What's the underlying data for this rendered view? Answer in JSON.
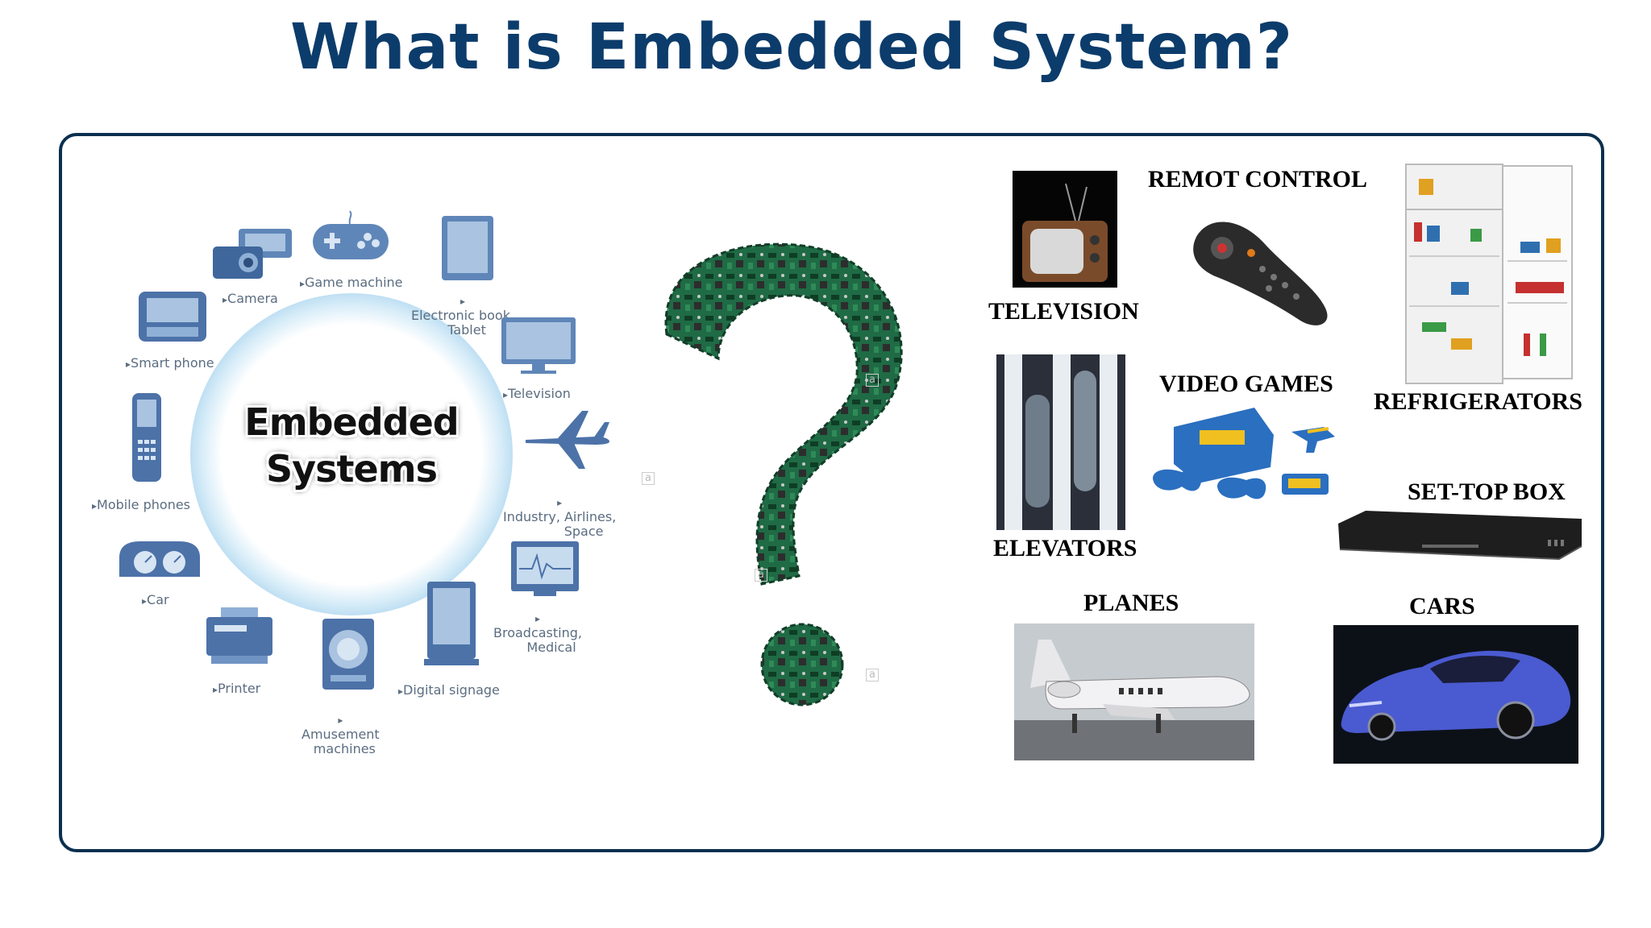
{
  "title": "What is Embedded System?",
  "cluster": {
    "center_title_line1": "Embedded",
    "center_title_line2": "Systems",
    "devices": [
      {
        "label": "Camera"
      },
      {
        "label": "Game machine"
      },
      {
        "label_line1": "Electronic book,",
        "label_line2": "Tablet"
      },
      {
        "label": "Smart phone"
      },
      {
        "label": "Television"
      },
      {
        "label": "Mobile phones"
      },
      {
        "label_line1": "Industry, Airlines,",
        "label_line2": "Space"
      },
      {
        "label": "Car"
      },
      {
        "label_line1": "Broadcasting,",
        "label_line2": "Medical"
      },
      {
        "label": "Printer"
      },
      {
        "label": "Digital signage"
      },
      {
        "label_line1": "Amusement",
        "label_line2": "machines"
      }
    ]
  },
  "collage": {
    "television": "TELEVISION",
    "remote": "REMOT CONTROL",
    "refrigerators": "REFRIGERATORS",
    "video_games": "VIDEO GAMES",
    "elevators": "ELEVATORS",
    "set_top_box": "SET-TOP BOX",
    "planes": "PLANES",
    "cars": "CARS"
  },
  "colors": {
    "title": "#0c3c6b",
    "frame_border": "#0b2f4f",
    "device_blue": "#5f86b8",
    "circuit_green": "#1f6b45"
  }
}
